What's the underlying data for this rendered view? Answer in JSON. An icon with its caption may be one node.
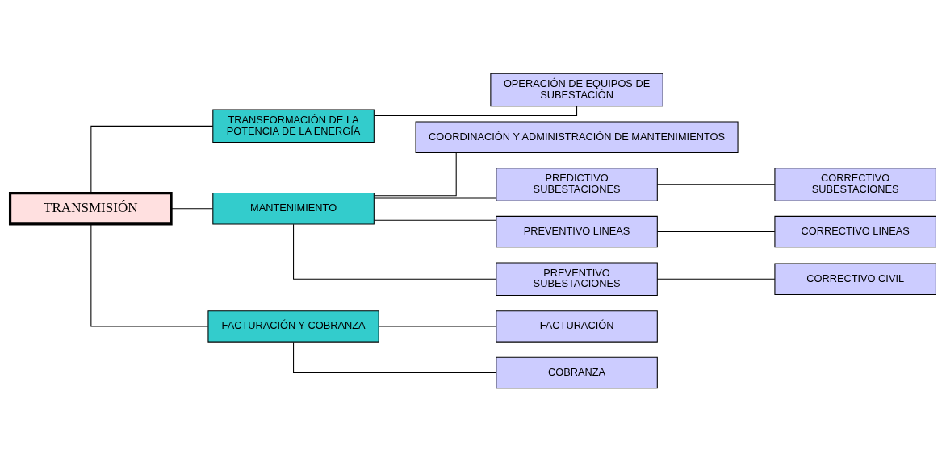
{
  "diagram": {
    "nodes": [
      {
        "text": [
          "TRANSMISIÓN"
        ]
      },
      {
        "text": [
          "TRANSFORMACIÓN DE LA POTENCIA DE LA ENERGÍA"
        ]
      },
      {
        "text": [
          "OPERACIÓN DE EQUIPOS DE SUBESTACIÓN"
        ]
      },
      {
        "text": [
          "MANTENIMIENTO"
        ]
      },
      {
        "text": [
          "COORDINACIÓN Y ADMINISTRACIÓN DE MANTENIMIENTOS"
        ]
      },
      {
        "text": [
          "PREDICTIVO SUBESTACIONES"
        ]
      },
      {
        "text": [
          "CORRECTIVO SUBESTACIONES"
        ]
      },
      {
        "text": [
          "PREVENTIVO LINEAS"
        ]
      },
      {
        "text": [
          "CORRECTIVO LINEAS"
        ]
      },
      {
        "text": [
          "PREVENTIVO SUBESTACIONES"
        ]
      },
      {
        "text": [
          "CORRECTIVO CIVIL"
        ]
      },
      {
        "text": [
          "FACTURACIÓN Y COBRANZA"
        ]
      },
      {
        "text": [
          "FACTURACIÓN"
        ]
      },
      {
        "text": [
          "COBRANZA"
        ]
      }
    ],
    "edges": [
      {
        "from": 0,
        "to": 1,
        "arrow": "none"
      },
      {
        "from": 1,
        "to": 2,
        "arrow": "none"
      },
      {
        "from": 0,
        "to": 3,
        "arrow": "none"
      },
      {
        "from": 3,
        "to": 4,
        "arrow": "none"
      },
      {
        "from": 3,
        "to": 5,
        "arrow": "none"
      },
      {
        "from": 5,
        "to": 6,
        "arrow": "none"
      },
      {
        "from": 3,
        "to": 7,
        "arrow": "none"
      },
      {
        "from": 7,
        "to": 8,
        "arrow": "none"
      },
      {
        "from": 3,
        "to": 9,
        "arrow": "none"
      },
      {
        "from": 9,
        "to": 10,
        "arrow": "none"
      },
      {
        "from": 0,
        "to": 11,
        "arrow": "none"
      },
      {
        "from": 11,
        "to": 12,
        "arrow": "none"
      },
      {
        "from": 11,
        "to": 13,
        "arrow": "none"
      }
    ]
  }
}
